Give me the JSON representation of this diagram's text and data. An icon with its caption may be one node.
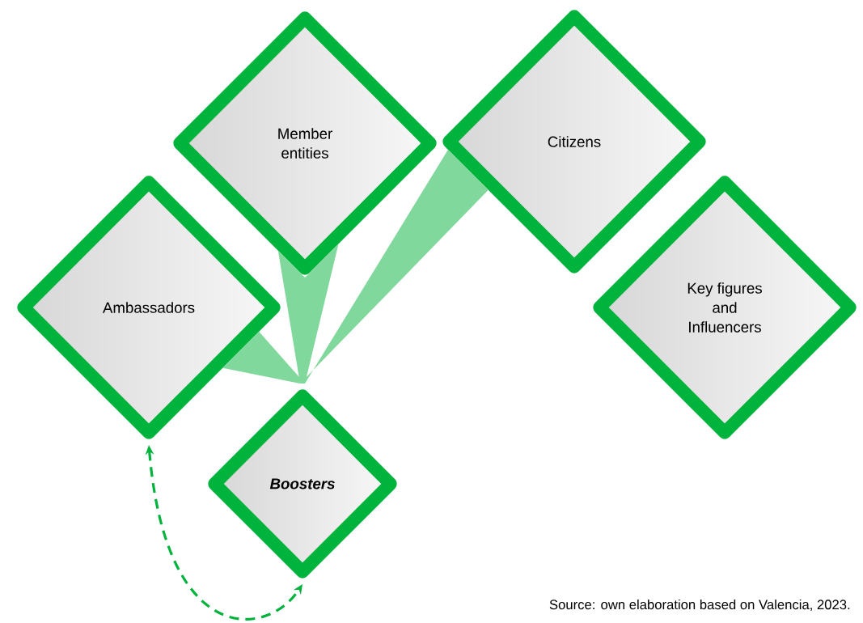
{
  "diagram": {
    "caption": "Source: own elaboration based on Valencia, 2023.",
    "nodes": [
      {
        "text": [
          "Member entities"
        ]
      },
      {
        "text": [
          "Citizens"
        ]
      },
      {
        "text": [
          "Ambassadors"
        ]
      },
      {
        "text": [
          "Key figures and Influencers"
        ]
      },
      {
        "text": [
          "Boosters"
        ]
      }
    ],
    "edges": [
      {
        "from": 4,
        "to": 2,
        "arrow": "none"
      },
      {
        "from": 4,
        "to": 0,
        "arrow": "none"
      },
      {
        "from": 4,
        "to": 1,
        "arrow": "none"
      },
      {
        "from": 2,
        "to": 4,
        "arrow": "both",
        "style": "dashed",
        "color": "#00b33c"
      }
    ]
  }
}
